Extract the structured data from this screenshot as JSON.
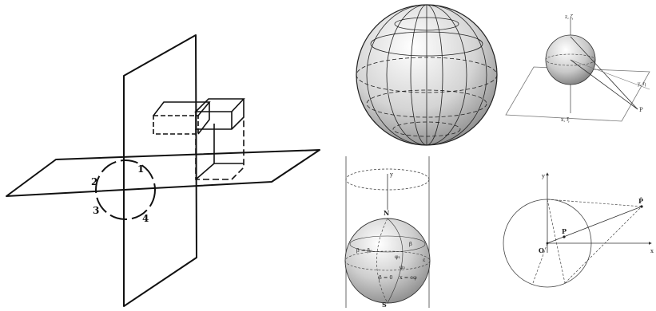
{
  "figure": {
    "left_diagram": {
      "quadrant_labels": [
        "1",
        "2",
        "3",
        "4"
      ]
    },
    "sphere_diagram": {
      "axis_labels": [
        "x, ξ",
        "y, η",
        "z, ζ"
      ],
      "point_label": "P"
    },
    "cylinder_diagram": {
      "axis_label": "y",
      "north_label": "N",
      "south_label": "S",
      "beta_label": "β = β₀",
      "beta_small": "β",
      "phi1_label": "φ₁",
      "phi2_label": "φ₂",
      "equator_label": "β = 0",
      "x_label": "x = eφ",
      "right_symbol": "ε"
    },
    "projection_diagram": {
      "y_label": "y",
      "x_label": "x",
      "origin_label": "O",
      "inner_point_label": "P",
      "outer_point_label": "P̂"
    }
  }
}
